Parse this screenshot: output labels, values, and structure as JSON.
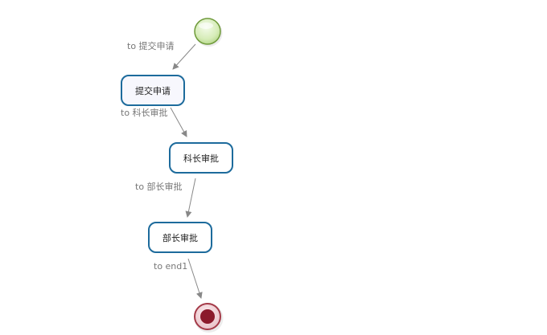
{
  "nodes": {
    "start": "",
    "submit": "提交申请",
    "section_approval": "科长审批",
    "dept_approval": "部长审批",
    "end": ""
  },
  "transitions": [
    "to 提交申请",
    "to 科长审批",
    "to 部长审批",
    "to end1"
  ],
  "colors": {
    "start_fill": "#d6ecb8",
    "start_stroke": "#6e9a3a",
    "task_border": "#1d6b9c",
    "end_fill": "#8b1a2b",
    "end_ring": "#a43a48",
    "edge": "#888888",
    "label": "#777777"
  }
}
